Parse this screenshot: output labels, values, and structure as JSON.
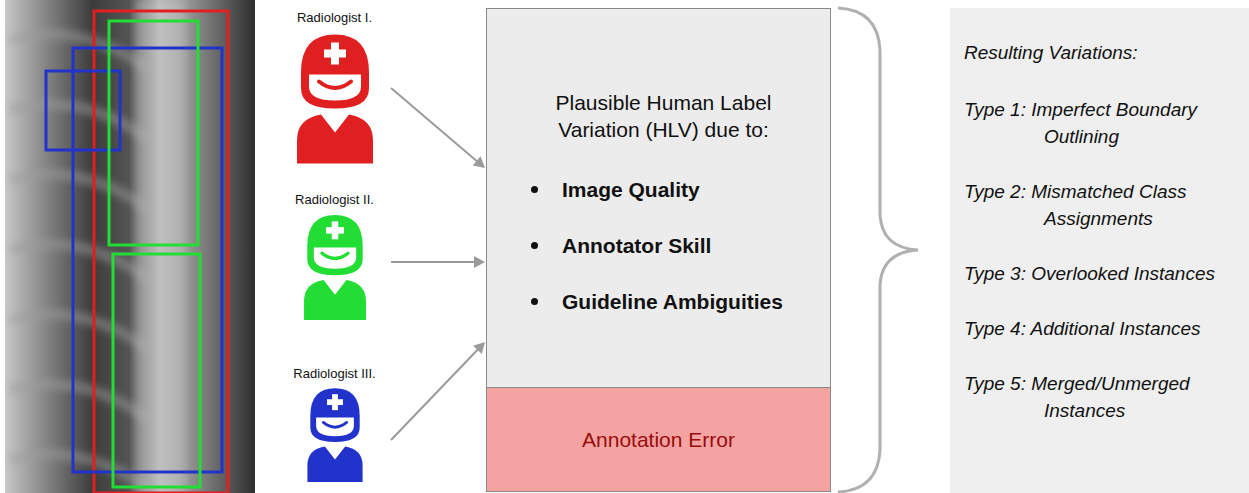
{
  "diagram": {
    "nodes": [
      {
        "text": [
          "Radiologist I."
        ]
      },
      {
        "text": [
          "Radiologist II."
        ]
      },
      {
        "text": [
          "Radiologist III."
        ]
      },
      {
        "text": [
          "Plausible Human Label Variation (HLV) due to:",
          "Image Quality",
          "Annotator Skill",
          "Guideline Ambiguities"
        ]
      },
      {
        "text": [
          "Annotation Error"
        ]
      },
      {
        "text": [
          "Resulting Variations:",
          "Type 1: Imperfect Boundary Outlining",
          "Type 2: Mismatched Class Assignments",
          "Type 3: Overlooked Instances",
          "Type 4: Additional Instances",
          "Type 5: Merged/Unmerged Instances"
        ]
      }
    ],
    "edges": [
      {
        "from": 0,
        "to": 3,
        "arrow": "to"
      },
      {
        "from": 1,
        "to": 3,
        "arrow": "to"
      },
      {
        "from": 2,
        "to": 3,
        "arrow": "to"
      }
    ]
  }
}
